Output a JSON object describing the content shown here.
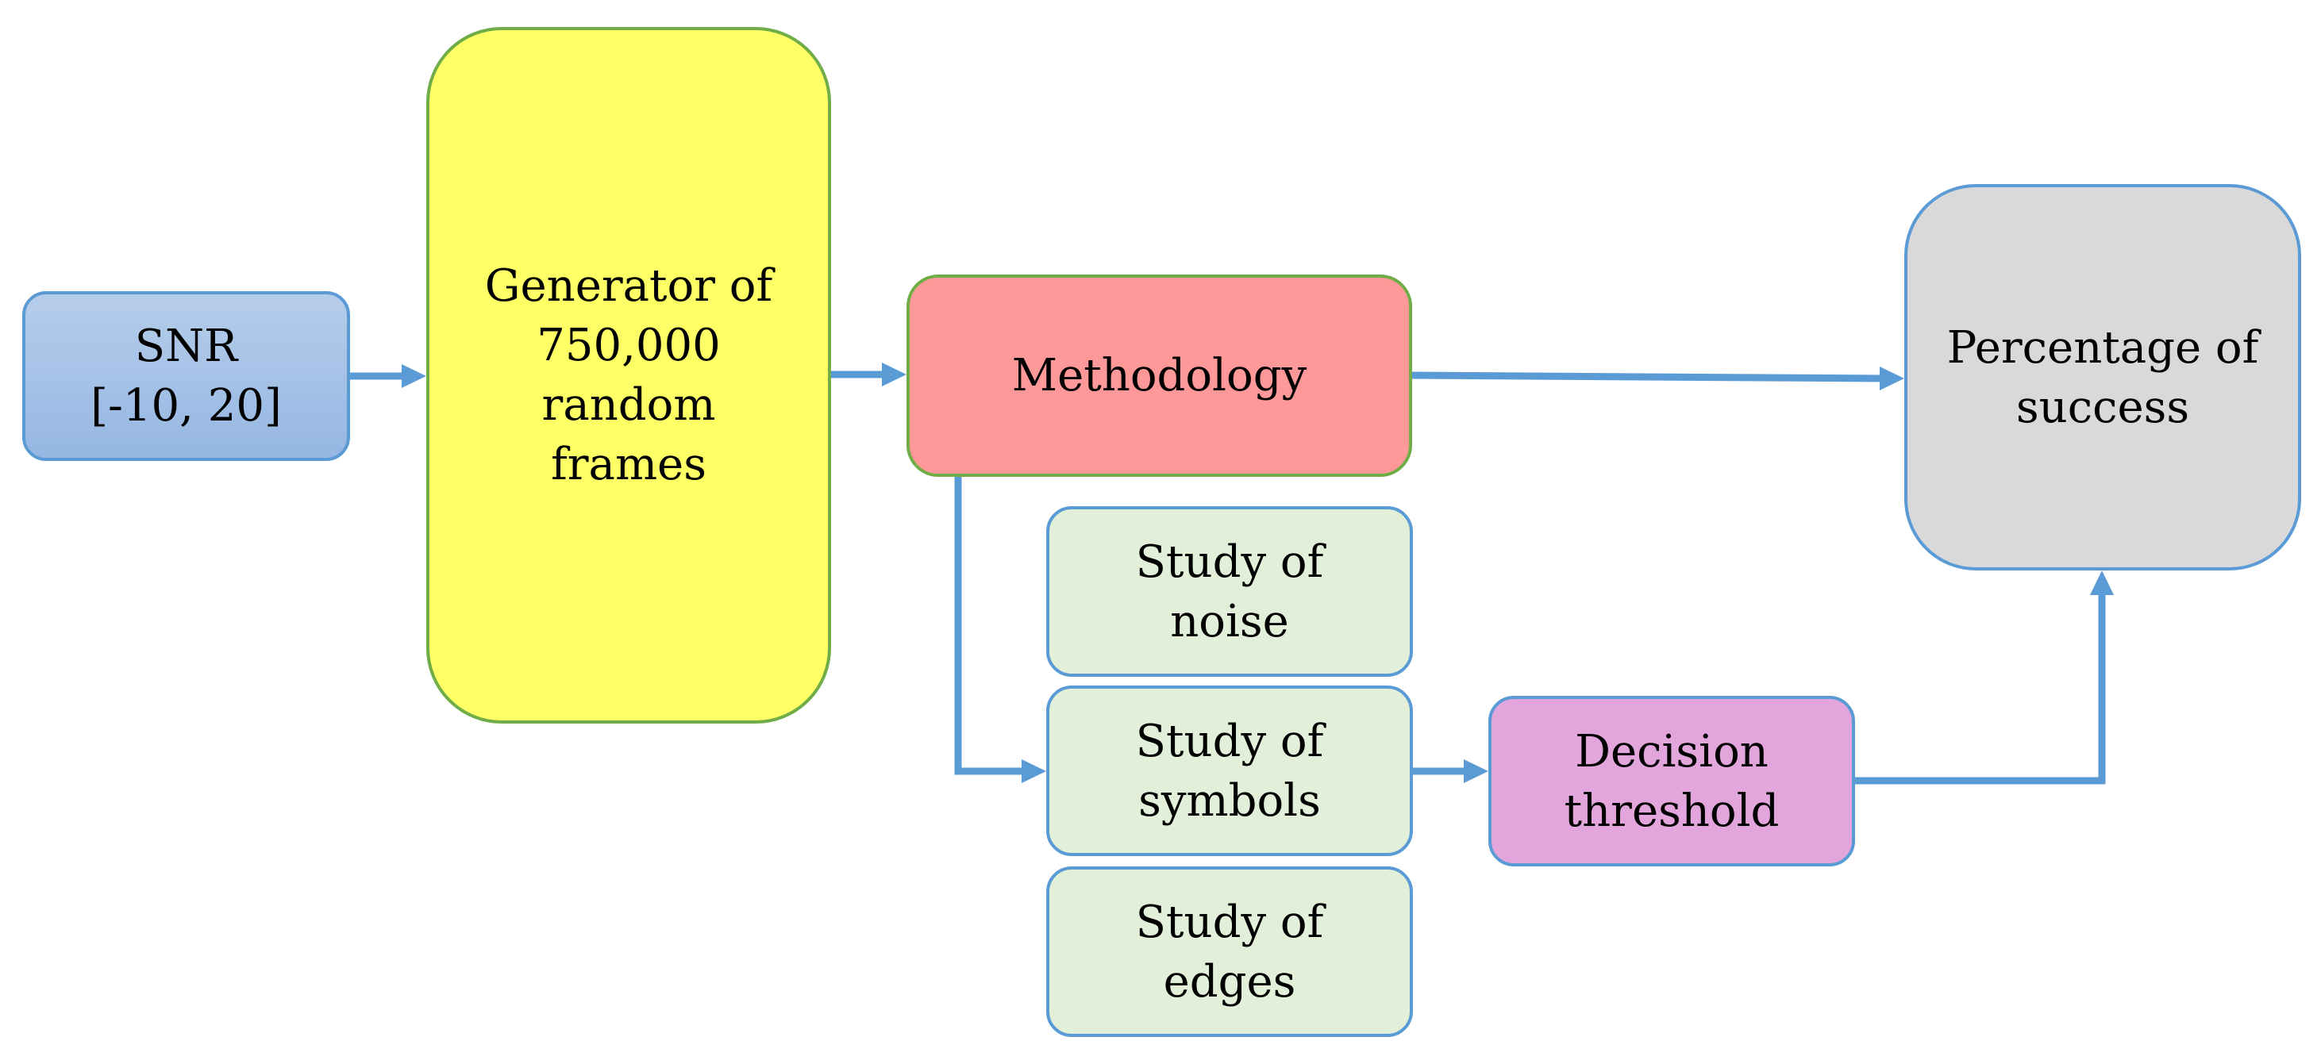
{
  "nodes": {
    "snr": "SNR\n[-10, 20]",
    "generator": "Generator of\n750,000\nrandom\nframes",
    "methodology": "Methodology",
    "percentage": "Percentage of\nsuccess",
    "study_noise": "Study of\nnoise",
    "study_symbols": "Study of\nsymbols",
    "study_edges": "Study of\nedges",
    "decision": "Decision\nthreshold"
  },
  "colors": {
    "arrow": "#5b9bd5",
    "snr_fill": "#9dbde6",
    "generator_fill": "#ffff66",
    "methodology_fill": "#ff9999",
    "percentage_fill": "#d9d9d9",
    "study_fill": "#e2efd9",
    "decision_fill": "#e3a6dc",
    "green_border": "#70ad47",
    "blue_border": "#5b9bd5"
  }
}
